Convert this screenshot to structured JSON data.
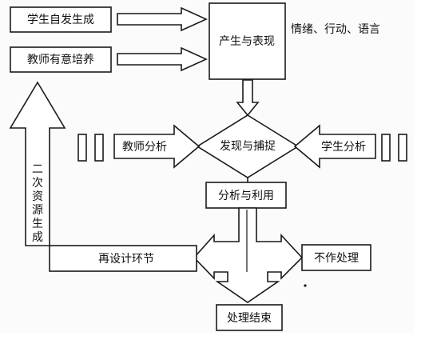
{
  "nodes": {
    "student_spontaneous": "学生自发生成",
    "teacher_cultivation": "教师有意培养",
    "produce_express": "产生与表现",
    "forms": "情绪、行动、语言",
    "discover_capture": "发现与捕捉",
    "teacher_analysis": "教师分析",
    "student_analysis": "学生分析",
    "analyze_utilize": "分析与利用",
    "redesign": "再设计环节",
    "no_action": "不作处理",
    "finish": "处理结束",
    "secondary_resource": [
      "二",
      "次",
      "资",
      "源",
      "生",
      "成"
    ]
  },
  "colors": {
    "line": "#1a1a1a",
    "fill": "#ffffff",
    "background": "#fbfbfb"
  }
}
